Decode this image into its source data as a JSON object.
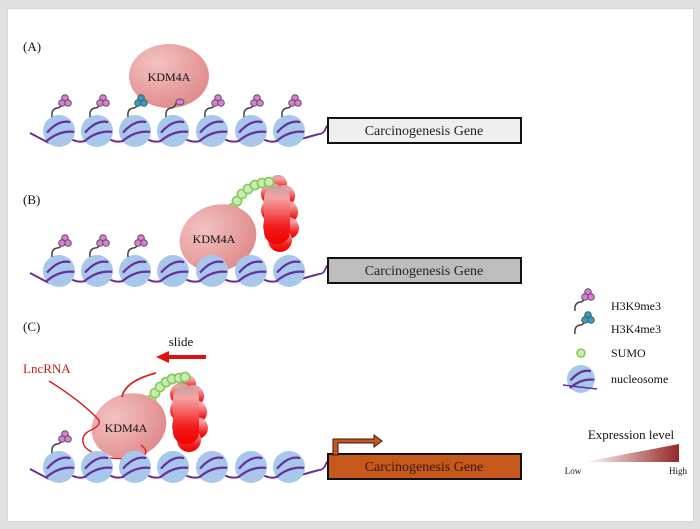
{
  "panels": [
    {
      "id": "A",
      "label": "(A)",
      "protein_label": "KDM4A",
      "gene_label": "Carcinogenesis Gene",
      "gene_fill": "#efefef",
      "marks": [
        "H3K9me3",
        "H3K9me3",
        "H3K4me3",
        "single",
        "H3K9me3",
        "H3K9me3",
        "H3K9me3"
      ]
    },
    {
      "id": "B",
      "label": "(B)",
      "protein_label": "KDM4A",
      "gene_label": "Carcinogenesis Gene",
      "gene_fill": "#bdbdbd",
      "marks": [
        "H3K9me3",
        "H3K9me3",
        "H3K9me3",
        "none",
        "none",
        "none",
        "none"
      ]
    },
    {
      "id": "C",
      "label": "(C)",
      "protein_label": "KDM4A",
      "gene_label": "Carcinogenesis Gene",
      "gene_fill": "#c5581a",
      "gene_text_color": "#3a1a10",
      "lncrna_label": "LncRNA",
      "slide_label": "slide",
      "marks": [
        "H3K9me3",
        "none",
        "none",
        "none",
        "none",
        "none",
        "none"
      ]
    }
  ],
  "legend": {
    "items": [
      {
        "icon": "h3k9me3-icon",
        "label": "H3K9me3"
      },
      {
        "icon": "h3k4me3-icon",
        "label": "H3K4me3"
      },
      {
        "icon": "sumo-icon",
        "label": "SUMO"
      },
      {
        "icon": "nucleosome-icon",
        "label": "nucleosome"
      }
    ],
    "expression": {
      "title": "Expression level",
      "low": "Low",
      "high": "High"
    }
  },
  "colors": {
    "nucleosome": "#a7c8ea",
    "dna": "#6a2d9a",
    "h3k9me3": "#e07ad8",
    "h3k4me3": "#2f9fce",
    "sumo": "#9fdc7f",
    "kdm4a": "#e59a9a",
    "lncrna": "#d42020",
    "slide_arrow": "#e01010",
    "expression_high": "#962828"
  }
}
